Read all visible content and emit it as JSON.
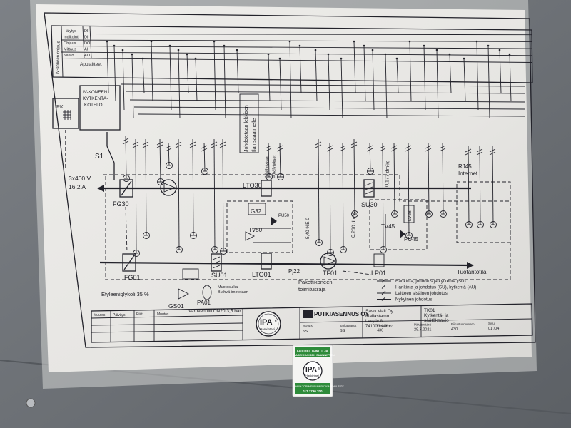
{
  "signals_table": {
    "side_label": "IV-koneen ohjaus",
    "rows": [
      {
        "name": "Hälytys",
        "code": "DI"
      },
      {
        "name": "Indikointi",
        "code": "DI"
      },
      {
        "name": "Ohjaus",
        "code": "DO"
      },
      {
        "name": "Mittaus",
        "code": "AI"
      },
      {
        "name": "Säätö",
        "code": "AO"
      }
    ],
    "aux_label": "Apulaitteet"
  },
  "panel": {
    "rk_label": "RK",
    "kytkenta_lines": [
      "IV-KONEEN",
      "KYTKENTÄ-",
      "KOTELO"
    ]
  },
  "power": {
    "switch_label": "S1",
    "supply_lines": [
      "3x400 V",
      "16,2 A"
    ]
  },
  "components": {
    "fg30": "FG30",
    "fg01": "FG01",
    "lto30": "LTO30",
    "lto01": "LTO01",
    "g32": "G32",
    "pu50": "PU50",
    "tv50": "TV50",
    "su30": "SU30",
    "su01": "SU01",
    "tf01": "TF01",
    "lp01": "LP01",
    "tv45": "TV45",
    "lv28": "LV28",
    "pu45": "PU45",
    "gs01": "GS01",
    "pa01": "PA01",
    "pj22": "Pj22"
  },
  "annotations": {
    "johdotus_rotated": [
      "Johdotetaan lekkisen",
      "Ilan saaatmelle"
    ],
    "a_halytys": "A hälytykset",
    "b_halytys": "B hälytykset",
    "flow_top": "0,177 dm³/s",
    "flow_mid": "0,260 dm³/s",
    "flow_lto": "5,40 %E 0",
    "rj45_lines": [
      "RJ45",
      "Internet"
    ],
    "tuloilma": "Tuotantotila",
    "paketti_lines": [
      "Pakettikoneen",
      "toimitusraja"
    ],
    "glycol": "Etyleeniglykoli 35 %",
    "filling_lines": [
      "Muotosuika",
      "Buthvä imotetaan"
    ],
    "valve_note": "Varoventtiili DN20 3,5 bar"
  },
  "legend": [
    "Hankinta, johdotus ja kytkentä (SU)",
    "Hankinta ja johdotus (SU), kytkentä (AU)",
    "Laitteen sisäinen johdotus",
    "Nykyinen johdotus"
  ],
  "title_block": {
    "rev_headers": [
      "Muutos",
      "Päiväys",
      "Piirt.",
      "Muutos"
    ],
    "company": "PUTKIASENNUS OY",
    "client_lines": [
      "Savo Malt Oy",
      "Mallastamo",
      "Levytie 8",
      "74100 Iisalmi"
    ],
    "drawing_lines": [
      "TK01",
      "Kytkentä- ja",
      "säätökaavio"
    ],
    "fields": [
      "Piirtäjä",
      "SS",
      "Tarkastanut",
      "SS",
      "Projektinro",
      "430",
      "Päivämäärä",
      "29.7.2021",
      "Piirustusnumero",
      "430",
      "Sivu",
      "01 /04"
    ]
  },
  "stamps": {
    "ipa_main": "IPA",
    "ipa_sub": "Hankintasi",
    "ipa_fi": "fi"
  },
  "sticker": {
    "top_lines": [
      "LAITTEET TOIMITTI JA",
      "ASENNUKSEN SUUNNITTELI"
    ],
    "brand": "IPA",
    "brand_fi": "fi",
    "brand_sub": "Hankintasi",
    "bottom_lines": [
      "HUOLTOPUHELIN IPA PUTKIASENNUS OY",
      "017 7790 700"
    ]
  },
  "colors": {
    "wall": "#6f7378",
    "paper": "#e8e7e4",
    "ink": "#23232b",
    "sticker_green": "#2e8b3a"
  }
}
